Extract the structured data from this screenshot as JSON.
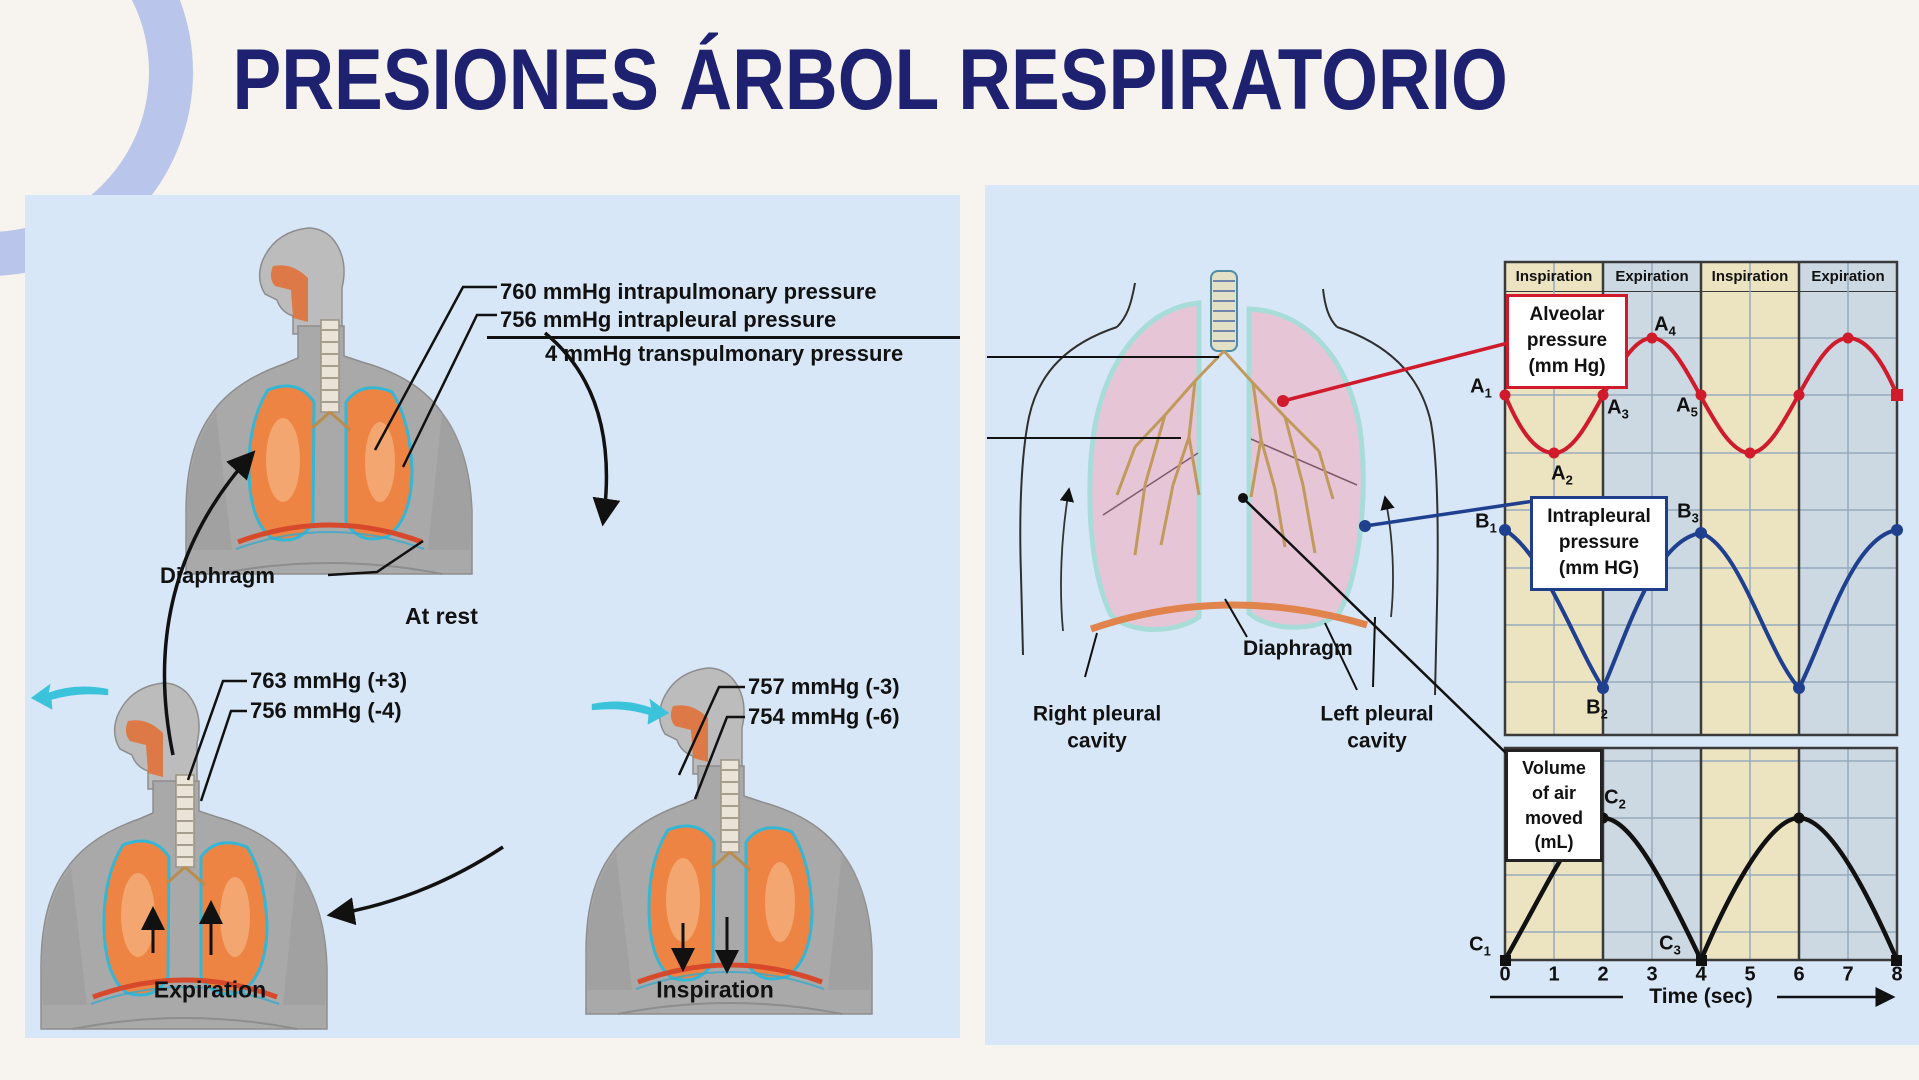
{
  "title": "PRESIONES ÁRBOL RESPIRATORIO",
  "left_panel": {
    "at_rest_figure": {
      "intrapulmonary": "760 mmHg intrapulmonary pressure",
      "intrapleural": "756 mmHg intrapleural pressure",
      "transpulmonary": "4 mmHg transpulmonary pressure",
      "diaphragm_label": "Diaphragm",
      "caption": "At rest"
    },
    "expiration_figure": {
      "line1": "763 mmHg (+3)",
      "line2": "756 mmHg (-4)",
      "caption": "Expiration"
    },
    "inspiration_figure": {
      "line1": "757 mmHg (-3)",
      "line2": "754 mmHg (-6)",
      "caption": "Inspiration"
    }
  },
  "right_panel": {
    "labels": {
      "right_pleural_1": "Right pleural",
      "right_pleural_2": "cavity",
      "diaphragm": "Diaphragm",
      "left_pleural_1": "Left pleural",
      "left_pleural_2": "cavity"
    },
    "chart": {
      "column_headers": [
        "Inspiration",
        "Expiration",
        "Inspiration",
        "Expiration"
      ],
      "alveolar_box": [
        "Alveolar",
        "pressure",
        "(mm Hg)"
      ],
      "intrapleural_box": [
        "Intrapleural",
        "pressure",
        "(mm HG)"
      ],
      "volume_box": [
        "Volume",
        "of air",
        "moved",
        "(mL)"
      ],
      "points": {
        "alveolar": [
          {
            "id": "A",
            "sub": "1"
          },
          {
            "id": "A",
            "sub": "2"
          },
          {
            "id": "A",
            "sub": "3"
          },
          {
            "id": "A",
            "sub": "4"
          },
          {
            "id": "A",
            "sub": "5"
          }
        ],
        "intrapleural": [
          {
            "id": "B",
            "sub": "1"
          },
          {
            "id": "B",
            "sub": "2"
          },
          {
            "id": "B",
            "sub": "3"
          }
        ],
        "volume": [
          {
            "id": "C",
            "sub": "1"
          },
          {
            "id": "C",
            "sub": "2"
          },
          {
            "id": "C",
            "sub": "3"
          }
        ]
      },
      "x_ticks": [
        "0",
        "1",
        "2",
        "3",
        "4",
        "5",
        "6",
        "7",
        "8"
      ],
      "x_axis_label": "Time (sec)"
    }
  },
  "chart_data": [
    {
      "type": "line",
      "name": "Alveolar pressure (mm Hg)",
      "x": [
        0,
        1,
        2,
        3,
        4,
        5,
        6,
        7,
        8
      ],
      "relative_values": [
        0,
        -1,
        0,
        1,
        0,
        -1,
        0,
        1,
        0
      ],
      "labeled_points": {
        "A1": 0,
        "A2": 1,
        "A3": 2,
        "A4": 3,
        "A5": 4
      },
      "color": "#cf1b2b",
      "x_label": "Time (sec)",
      "phases": [
        "Inspiration 0-2s",
        "Expiration 2-4s",
        "Inspiration 4-6s",
        "Expiration 6-8s"
      ]
    },
    {
      "type": "line",
      "name": "Intrapleural pressure (mm HG)",
      "x": [
        0,
        2,
        4,
        6,
        8
      ],
      "relative_values": [
        0,
        -1,
        0,
        -1,
        0
      ],
      "labeled_points": {
        "B1": 0,
        "B2": 2,
        "B3": 4
      },
      "color": "#1f3f8f"
    },
    {
      "type": "line",
      "name": "Volume of air moved (mL)",
      "x": [
        0,
        2,
        4,
        6,
        8
      ],
      "relative_values": [
        0,
        1,
        0,
        1,
        0
      ],
      "labeled_points": {
        "C1": 0,
        "C2": 2,
        "C3": 4
      },
      "color": "#111111"
    }
  ],
  "colors": {
    "accent_navy": "#1d2170",
    "panel_blue": "#d8e7f7",
    "curve_red": "#cf1b2b",
    "curve_blue": "#1f3f8f",
    "grid_beige": "#ece3c1",
    "grid_bluegray": "#ccd8e2",
    "arc_decoration": "#b9c5ea"
  }
}
